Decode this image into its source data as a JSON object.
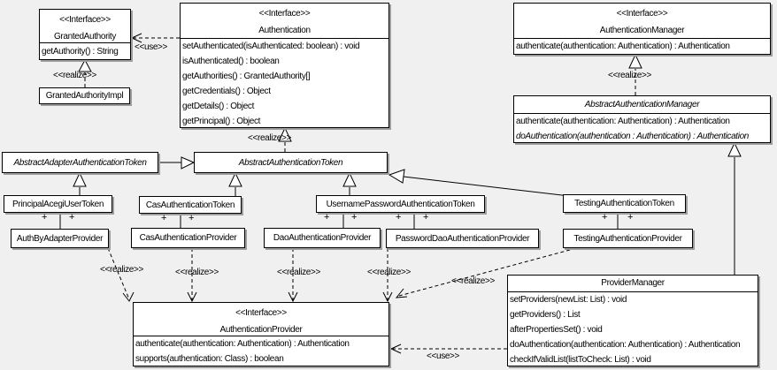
{
  "colors": {
    "background": "#f0f0f0",
    "box_fill": "#ffffff",
    "line_color": "#000000",
    "shadow_color": "#9d9d9d"
  },
  "edge_labels": {
    "use": "<<use>>",
    "realize": "<<realize>>"
  },
  "multiplicity_symbol": "+",
  "classes": {
    "granted_authority": {
      "stereotype": "<<Interface>>",
      "name": "GrantedAuthority",
      "methods": [
        "getAuthority() : String"
      ]
    },
    "granted_authority_impl": {
      "name": "GrantedAuthorityImpl"
    },
    "authentication": {
      "stereotype": "<<Interface>>",
      "name": "Authentication",
      "methods": [
        "setAuthenticated(isAuthenticated: boolean) : void",
        "isAuthenticated() : boolean",
        "getAuthorities() : GrantedAuthority[]",
        "getCredentials() : Object",
        "getDetails() : Object",
        "getPrincipal() : Object"
      ]
    },
    "authentication_manager": {
      "stereotype": "<<Interface>>",
      "name": "AuthenticationManager",
      "methods": [
        "authenticate(authentication: Authentication) : Authentication"
      ]
    },
    "abstract_authentication_manager": {
      "name": "AbstractAuthenticationManager",
      "methods": [
        "authenticate(authentication: Authentication) : Authentication",
        "doAuthentication(authentication : Authentication) : Authentication"
      ]
    },
    "abstract_adapter_authentication_token": {
      "name": "AbstractAdapterAuthenticationToken"
    },
    "abstract_authentication_token": {
      "name": "AbstractAuthenticationToken"
    },
    "principal_acegi_user_token": {
      "name": "PrincipalAcegiUserToken"
    },
    "cas_authentication_token": {
      "name": "CasAuthenticationToken"
    },
    "username_password_authentication_token": {
      "name": "UsernamePasswordAuthenticationToken"
    },
    "testing_authentication_token": {
      "name": "TestingAuthenticationToken"
    },
    "auth_by_adapter_provider": {
      "name": "AuthByAdapterProvider"
    },
    "cas_authentication_provider": {
      "name": "CasAuthenticationProvider"
    },
    "dao_authentication_provider": {
      "name": "DaoAuthenticationProvider"
    },
    "password_dao_authentication_provider": {
      "name": "PasswordDaoAuthenticationProvider"
    },
    "testing_authentication_provider": {
      "name": "TestingAuthenticationProvider"
    },
    "authentication_provider": {
      "stereotype": "<<Interface>>",
      "name": "AuthenticationProvider",
      "methods": [
        "authenticate(authentication: Authentication) : Authentication",
        "supports(authentication: Class) : boolean"
      ]
    },
    "provider_manager": {
      "name": "ProviderManager",
      "methods": [
        "setProviders(newList: List) : void",
        "getProviders() : List",
        "afterPropertiesSet() : void",
        "doAuthentication(authentication: Authentication) : Authentication",
        "checkIfValidList(listToCheck: List) : void"
      ]
    }
  }
}
